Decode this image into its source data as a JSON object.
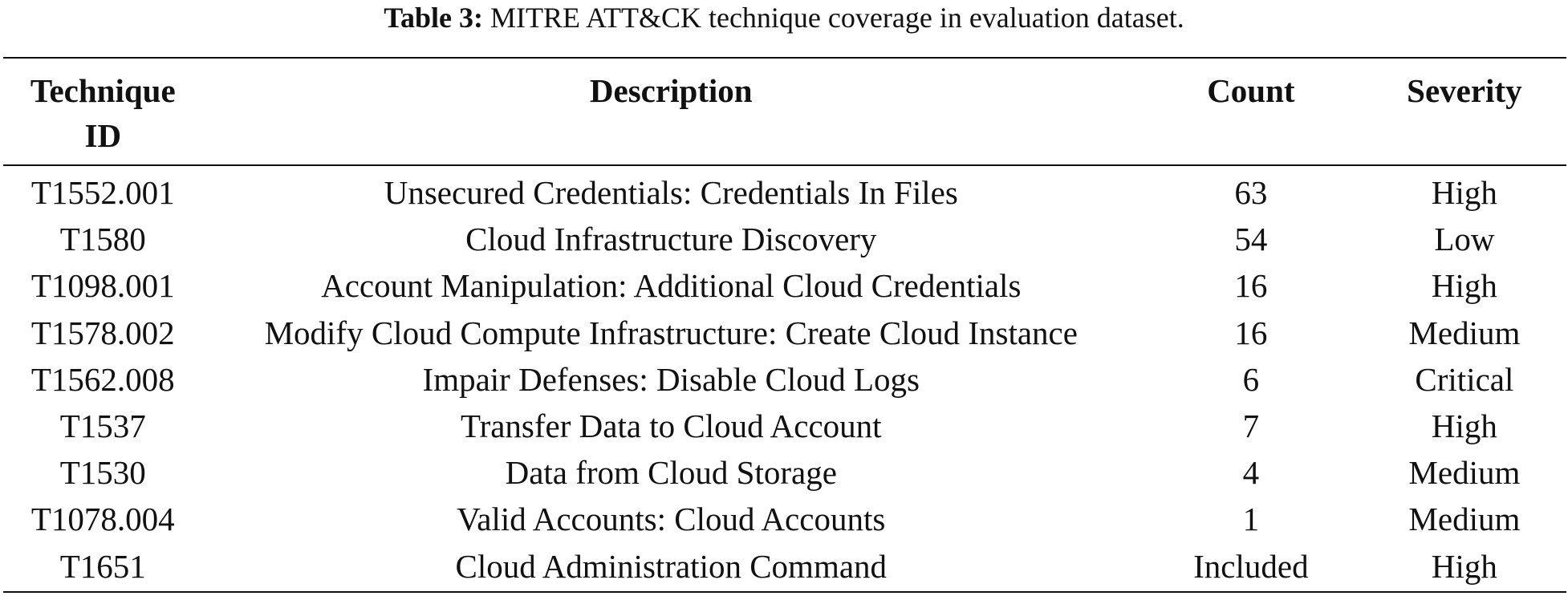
{
  "caption": {
    "label": "Table 3:",
    "text": " MITRE ATT&CK technique coverage in evaluation dataset."
  },
  "table": {
    "headers": {
      "id_line1": "Technique",
      "id_line2": "ID",
      "description": "Description",
      "count": "Count",
      "severity": "Severity"
    },
    "rows": [
      {
        "id": "T1552.001",
        "description": "Unsecured Credentials: Credentials In Files",
        "count": "63",
        "severity": "High"
      },
      {
        "id": "T1580",
        "description": "Cloud Infrastructure Discovery",
        "count": "54",
        "severity": "Low"
      },
      {
        "id": "T1098.001",
        "description": "Account Manipulation: Additional Cloud Credentials",
        "count": "16",
        "severity": "High"
      },
      {
        "id": "T1578.002",
        "description": "Modify Cloud Compute Infrastructure: Create Cloud Instance",
        "count": "16",
        "severity": "Medium"
      },
      {
        "id": "T1562.008",
        "description": "Impair Defenses: Disable Cloud Logs",
        "count": "6",
        "severity": "Critical"
      },
      {
        "id": "T1537",
        "description": "Transfer Data to Cloud Account",
        "count": "7",
        "severity": "High"
      },
      {
        "id": "T1530",
        "description": "Data from Cloud Storage",
        "count": "4",
        "severity": "Medium"
      },
      {
        "id": "T1078.004",
        "description": "Valid Accounts: Cloud Accounts",
        "count": "1",
        "severity": "Medium"
      },
      {
        "id": "T1651",
        "description": "Cloud Administration Command",
        "count": "Included",
        "severity": "High"
      }
    ]
  }
}
